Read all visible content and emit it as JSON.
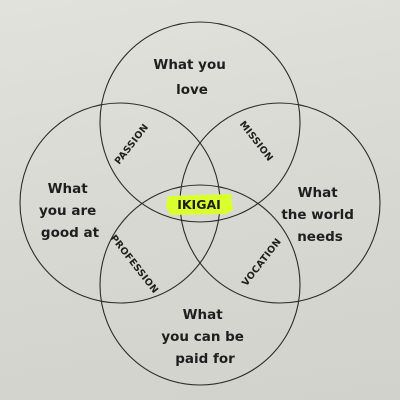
{
  "circles": {
    "top": [
      "What you",
      "love"
    ],
    "left": [
      "What",
      "you are",
      "good at"
    ],
    "right": [
      "What",
      "the world",
      "needs"
    ],
    "bottom": [
      "What",
      "you can be",
      "paid for"
    ]
  },
  "overlaps": {
    "passion": "PASSION",
    "mission": "MISSION",
    "profession": "PROFESSION",
    "vocation": "VOCATION"
  },
  "center": "IKIGAI",
  "colors": {
    "highlight": "#d9ff2e",
    "ink": "#1e1e1e",
    "paper": "#dcdcd6"
  }
}
